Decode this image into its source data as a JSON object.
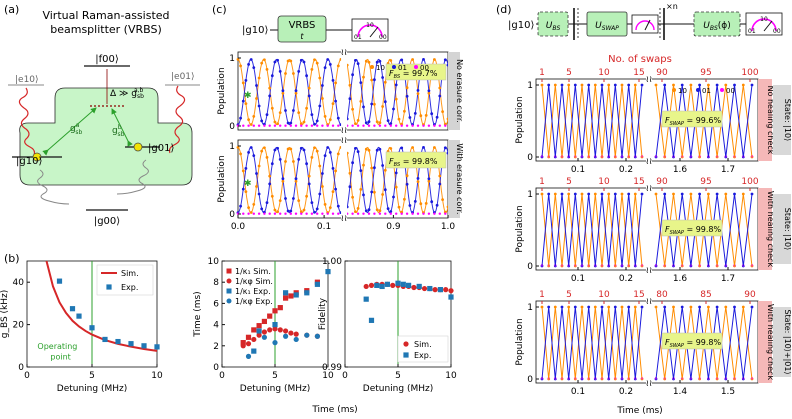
{
  "panels": {
    "a": {
      "label": "(a)",
      "title_line1": "Virtual Raman-assisted",
      "title_line2": "beamsplitter (VRBS)",
      "states": {
        "f00": "|f00⟩",
        "e10": "|e10⟩",
        "e01": "|e01⟩",
        "g10": "|g10⟩",
        "g01": "|g01⟩",
        "g00": "|g00⟩"
      },
      "detuning_label": "Δ ≫ g",
      "detuning_sub": "sb",
      "detuning_sup": "a,b",
      "coupling_a": "g",
      "coupling_a_sup": "a",
      "coupling_a_sub": "sb",
      "coupling_b": "g",
      "coupling_b_sup": "b",
      "coupling_b_sub": "sb"
    },
    "b": {
      "label": "(b)"
    },
    "c": {
      "label": "(c)",
      "circuit_state": "|g10⟩",
      "gate_label": "VRBS",
      "gate_param": "t",
      "meter_labels": [
        "10",
        "01",
        "00"
      ],
      "xlabel": "Time (ms)",
      "xticks_left": [
        "0.0",
        "0.1"
      ],
      "xticks_right": [
        "0.9",
        "1.0"
      ],
      "row_labels": [
        "No erasure corr.",
        "With erasure corr."
      ],
      "fidelity_labels": [
        "F*BS = 99.7%",
        "F*BS = 99.8%"
      ],
      "fid_prefix": "F",
      "fid_sub": "BS",
      "fid_values": [
        "= 99.7%",
        "= 99.8%"
      ],
      "legend": [
        "10",
        "01",
        "00"
      ]
    },
    "d": {
      "label": "(d)",
      "circuit_state": "|g10⟩",
      "gate_bs": "U",
      "gate_bs_sub": "BS",
      "gate_swap": "U",
      "gate_swap_sub": "SWAP",
      "gate_bs_phi": "U",
      "gate_bs_phi_sub": "BS",
      "gate_bs_phi_arg": "(ϕ)",
      "repeat": "×n",
      "swaps_title": "No. of swaps",
      "swaps_ticks_left": [
        "1",
        "5",
        "10",
        "15"
      ],
      "swaps_ticks_right_1": [
        "90",
        "95",
        "100"
      ],
      "swaps_ticks_right_3": [
        "80",
        "85",
        "90"
      ],
      "row_labels": [
        "No healing check",
        "With healing check",
        "With healing check"
      ],
      "state_labels": [
        "State: |10⟩",
        "State: |10⟩",
        "State: |10⟩+|01⟩"
      ],
      "fid_prefix": "F",
      "fid_sub": "SWAP",
      "fid_values": [
        "= 99.6%",
        "= 99.8%",
        "= 99.8%"
      ],
      "xticks_left": [
        "0.1",
        "0.2"
      ],
      "xticks_right_12": [
        "1.6",
        "1.7"
      ],
      "xticks_right_3": [
        "1.4",
        "1.5"
      ],
      "xlabel": "Time (ms)",
      "ylabel": "Population",
      "legend": [
        "10",
        "01",
        "00"
      ]
    }
  },
  "colors": {
    "sim": "#d62728",
    "exp": "#1f77b4",
    "orange": "#ff8c00",
    "blue": "#1a1adc",
    "magenta": "#ff00ff",
    "green": "#2ca02c",
    "box": "#c8f5c8",
    "fidbox": "#e8f58a",
    "label_red": "#f5b8b8"
  },
  "chart_data": [
    {
      "type": "line",
      "panel": "(b) left",
      "ylabel": "g_BS (kHz)",
      "xlabel": "Detuning (MHz)",
      "xlim": [
        0,
        10
      ],
      "ylim": [
        0,
        50
      ],
      "xticks": [
        0,
        5,
        10
      ],
      "yticks": [
        0,
        20,
        40
      ],
      "annotation": "Operating point",
      "operating_point_x": 5,
      "series": [
        {
          "name": "Sim.",
          "style": "line",
          "x": [
            1.5,
            2,
            2.5,
            3,
            3.5,
            4,
            4.5,
            5,
            6,
            7,
            8,
            9,
            10
          ],
          "y": [
            50,
            38,
            30.5,
            25.5,
            21.8,
            19.1,
            17,
            15.3,
            12.7,
            10.9,
            9.6,
            8.5,
            7.6
          ]
        },
        {
          "name": "Exp.",
          "style": "square",
          "x": [
            2.5,
            3.5,
            4,
            5,
            6,
            7,
            8,
            9,
            10
          ],
          "y": [
            40.5,
            27.5,
            24,
            18.5,
            13,
            12,
            11,
            10,
            9.5
          ]
        }
      ]
    },
    {
      "type": "scatter",
      "panel": "(b) middle",
      "ylabel": "Time (ms)",
      "xlabel": "Detuning (MHz)",
      "xlim": [
        0,
        10
      ],
      "ylim": [
        0,
        10
      ],
      "xticks": [
        0,
        5,
        10
      ],
      "yticks": [
        0,
        2,
        4,
        6,
        8,
        10
      ],
      "operating_point_x": 5,
      "series": [
        {
          "name": "1/κ₁ Sim.",
          "marker": "square",
          "color": "#d62728",
          "x": [
            2,
            2.5,
            3,
            3.5,
            4,
            4.5,
            5,
            5.5,
            6,
            6.5,
            7,
            8,
            9
          ],
          "y": [
            2.3,
            2.8,
            3.5,
            3.9,
            4.3,
            4.8,
            5.3,
            5.6,
            6.5,
            6.7,
            7.0,
            7.2,
            8.0
          ]
        },
        {
          "name": "1/κφ Sim.",
          "marker": "circle",
          "color": "#d62728",
          "x": [
            2,
            2.5,
            3,
            3.5,
            4,
            4.5,
            5,
            5.5,
            6,
            6.5,
            7,
            8,
            9
          ],
          "y": [
            2.0,
            2.2,
            2.6,
            3.0,
            3.3,
            3.5,
            3.6,
            3.5,
            3.4,
            3.2,
            3.1,
            3.0,
            2.9
          ]
        },
        {
          "name": "1/κ₁ Exp.",
          "marker": "square",
          "color": "#1f77b4",
          "x": [
            3,
            3.5,
            5,
            6,
            7,
            8,
            9,
            10
          ],
          "y": [
            1.5,
            3.4,
            4.0,
            7.0,
            6.8,
            7.0,
            7.8,
            9.0
          ]
        },
        {
          "name": "1/κφ Exp.",
          "marker": "circle",
          "color": "#1f77b4",
          "x": [
            2.5,
            4,
            5,
            6,
            7,
            8,
            9
          ],
          "y": [
            1.0,
            2.8,
            2.3,
            2.9,
            2.6,
            3.0,
            2.9
          ]
        }
      ]
    },
    {
      "type": "scatter",
      "panel": "(b) right",
      "ylabel": "Fidelity",
      "xlabel": "Detuning (MHz)",
      "xlim": [
        0,
        10
      ],
      "ylim": [
        0.99,
        1.0
      ],
      "xticks": [
        0,
        5,
        10
      ],
      "yticks": [
        0.99,
        1.0
      ],
      "operating_point_x": 5,
      "series": [
        {
          "name": "Sim.",
          "marker": "circle",
          "x": [
            2,
            2.5,
            3,
            3.5,
            4,
            4.5,
            5,
            5.5,
            6,
            6.5,
            7,
            7.5,
            8,
            8.5,
            9,
            9.5,
            10
          ],
          "y": [
            0.9976,
            0.9977,
            0.9978,
            0.9978,
            0.9978,
            0.9977,
            0.9977,
            0.9976,
            0.9976,
            0.9975,
            0.9975,
            0.9974,
            0.9974,
            0.9973,
            0.9973,
            0.9973,
            0.9972
          ]
        },
        {
          "name": "Exp.",
          "marker": "square",
          "x": [
            2,
            2.5,
            3,
            3.5,
            4,
            5,
            5.5,
            6,
            7,
            8,
            9,
            10
          ],
          "y": [
            0.9964,
            0.9944,
            0.9977,
            0.9976,
            0.9978,
            0.9979,
            0.9978,
            0.9977,
            0.9976,
            0.9974,
            0.9973,
            0.9966
          ]
        }
      ]
    },
    {
      "type": "line",
      "panel": "(c) oscillations",
      "ylabel": "Population",
      "xlabel": "Time (ms)",
      "yticks": [
        0,
        1
      ],
      "x_segments": [
        [
          0.0,
          0.13
        ],
        [
          0.85,
          1.0
        ]
      ],
      "oscillation_period_ms": 0.0328,
      "series": [
        {
          "name": "10"
        },
        {
          "name": "01"
        },
        {
          "name": "00"
        }
      ]
    },
    {
      "type": "line",
      "panel": "(d) swaps",
      "ylabel": "Population",
      "xlabel": "Time (ms)",
      "yticks": [
        0,
        1
      ],
      "n_swaps_left": 15,
      "n_swaps_right": 11,
      "series": [
        {
          "name": "10"
        },
        {
          "name": "01"
        },
        {
          "name": "00"
        }
      ]
    }
  ]
}
